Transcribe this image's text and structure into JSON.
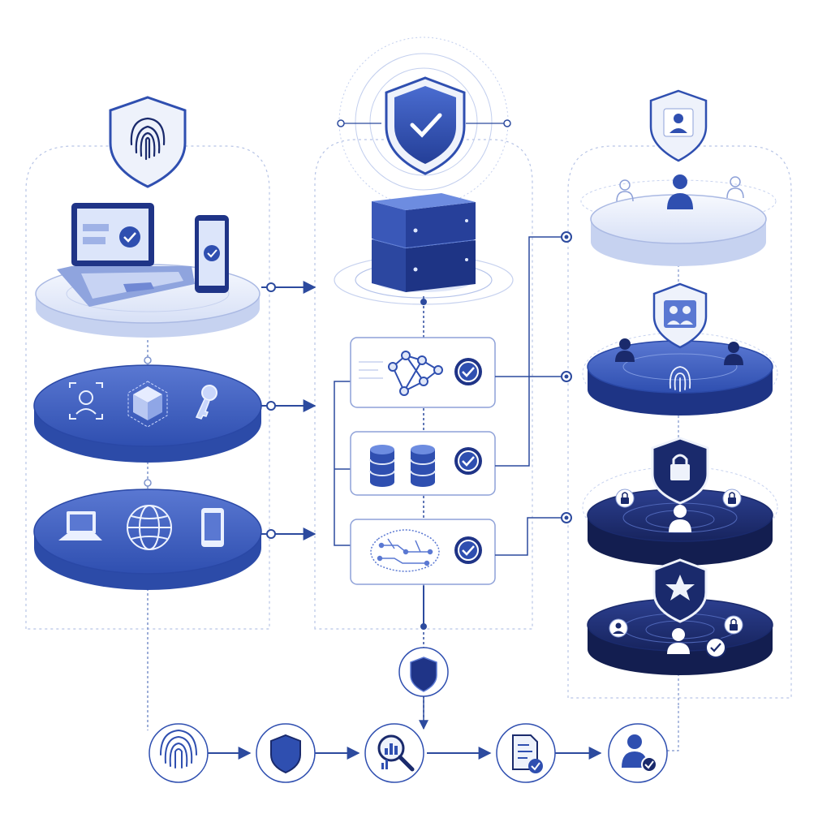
{
  "colors": {
    "navy": "#1a2a6c",
    "blue": "#2f4fb0",
    "mid": "#3d5fc4",
    "light": "#dfe6f8",
    "pale": "#eef2fb",
    "line": "#2c4a9e",
    "dashed": "#a9b8de"
  },
  "diagram": {
    "left_column": {
      "header_icon": "fingerprint-shield-icon",
      "layers": [
        {
          "name": "devices-layer",
          "icons": [
            "laptop-check-icon",
            "smartphone-check-icon"
          ]
        },
        {
          "name": "identity-methods-layer",
          "icons": [
            "face-id-icon",
            "cube-icon",
            "key-icon"
          ]
        },
        {
          "name": "network-layer",
          "icons": [
            "laptop-icon",
            "globe-icon",
            "tablet-icon"
          ]
        }
      ]
    },
    "middle_column": {
      "header_icon": "shield-check-icon",
      "server_icon": "server-stack-icon",
      "modules": [
        {
          "name": "graph-module",
          "icons": [
            "network-graph-icon",
            "check-circle-icon"
          ]
        },
        {
          "name": "database-module",
          "icons": [
            "database-icon",
            "database-icon",
            "check-circle-icon"
          ]
        },
        {
          "name": "ai-module",
          "icons": [
            "circuit-brain-icon",
            "check-circle-icon"
          ]
        }
      ],
      "bottom_icon": "shield-icon"
    },
    "right_column": {
      "tiers": [
        {
          "name": "user-tier",
          "badge": "user-shield-icon",
          "icons": [
            "user-icon",
            "user-outline-icon"
          ]
        },
        {
          "name": "group-tier",
          "badge": "group-shield-icon",
          "icons": [
            "user-icon",
            "fingerprint-icon"
          ]
        },
        {
          "name": "locked-tier",
          "badge": "lock-shield-icon",
          "icons": [
            "lock-icon",
            "user-icon"
          ]
        },
        {
          "name": "admin-tier",
          "badge": "star-shield-icon",
          "icons": [
            "user-icon",
            "lock-icon",
            "check-icon"
          ]
        }
      ]
    },
    "flow_steps": [
      {
        "name": "fingerprint-step",
        "icon": "fingerprint-icon"
      },
      {
        "name": "shield-step",
        "icon": "shield-icon"
      },
      {
        "name": "analysis-step",
        "icon": "magnifier-chart-icon"
      },
      {
        "name": "document-step",
        "icon": "document-check-icon"
      },
      {
        "name": "verified-user-step",
        "icon": "user-check-icon"
      }
    ]
  }
}
